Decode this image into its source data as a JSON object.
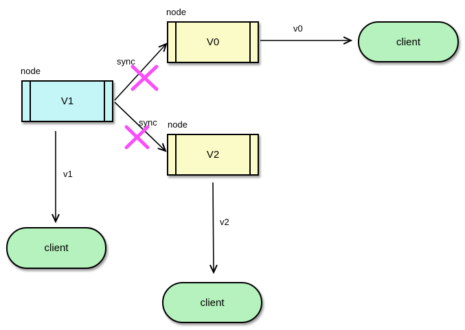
{
  "diagram": {
    "colors": {
      "background": "#FFFFFF",
      "node_fill_yellow": "#FBFBC8",
      "node_fill_cyan": "#C4F5F7",
      "client_fill_green": "#B5F2BD",
      "shape_border": "#000000",
      "arrow": "#000000",
      "cross_out_magenta": "#F94EF9"
    },
    "nodes": [
      {
        "stereotype": "node",
        "label": "V0"
      },
      {
        "stereotype": "node",
        "label": "V1"
      },
      {
        "stereotype": "node",
        "label": "V2"
      }
    ],
    "clients": [
      {
        "label": "client"
      },
      {
        "label": "client"
      },
      {
        "label": "client"
      }
    ],
    "edges": [
      {
        "from": "V1",
        "to": "V0",
        "label": "sync",
        "crossed_out": true
      },
      {
        "from": "V1",
        "to": "V2",
        "label": "sync",
        "crossed_out": true
      },
      {
        "from": "V0",
        "to": "client",
        "label": "v0",
        "crossed_out": false
      },
      {
        "from": "V1",
        "to": "client",
        "label": "v1",
        "crossed_out": false
      },
      {
        "from": "V2",
        "to": "client",
        "label": "v2",
        "crossed_out": false
      }
    ]
  }
}
